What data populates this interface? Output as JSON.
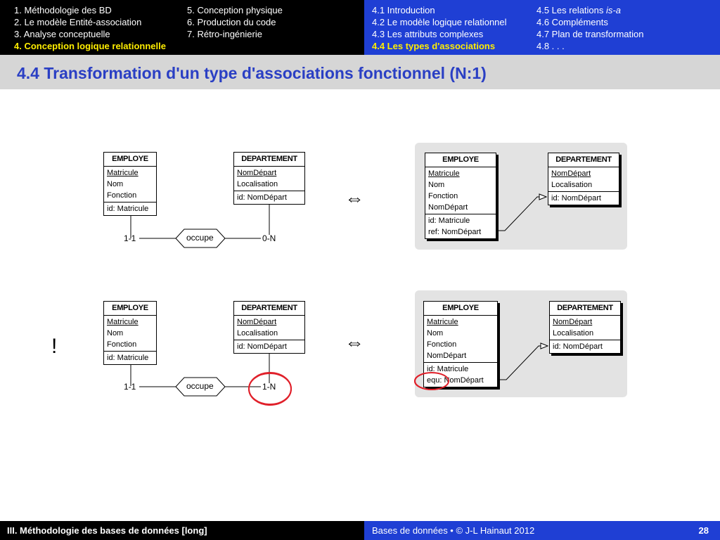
{
  "nav_left_col1": [
    "1. Méthodologie des BD",
    "2. Le modèle Entité-association",
    "3. Analyse conceptuelle",
    "4. Conception logique relationnelle"
  ],
  "nav_left_col2": [
    "5. Conception physique",
    "6. Production du code",
    "7. Rétro-ingénierie"
  ],
  "nav_right_col1": [
    "4.1 Introduction",
    "4.2 Le modèle logique relationnel",
    "4.3 Les attributs complexes",
    "4.4 Les types d'associations"
  ],
  "nav_right_col2": {
    "item1_prefix": "4.5 Les relations ",
    "item1_italic": "is-a",
    "item2": "4.6 Compléments",
    "item3": "4.7 Plan de transformation",
    "item4": "4.8 . . ."
  },
  "title": "4.4 Transformation d'un type d'associations fonctionnel (N:1)",
  "diagram1": {
    "employe": {
      "name": "EMPLOYE",
      "attrs": [
        "Matricule",
        "Nom",
        "Fonction"
      ],
      "id": "id: Matricule"
    },
    "departement": {
      "name": "DEPARTEMENT",
      "attrs": [
        "NomDépart",
        "Localisation"
      ],
      "id": "id: NomDépart"
    },
    "rel": {
      "name": "occupe",
      "card_left": "1-1",
      "card_right": "0-N"
    },
    "r_employe": {
      "name": "EMPLOYE",
      "attrs": [
        "Matricule",
        "Nom",
        "Fonction",
        "NomDépart"
      ],
      "ids": [
        "id: Matricule",
        "ref: NomDépart"
      ]
    },
    "r_departement": {
      "name": "DEPARTEMENT",
      "attrs": [
        "NomDépart ",
        "Localisation"
      ],
      "id": "id: NomDépart"
    }
  },
  "diagram2": {
    "employe": {
      "name": "EMPLOYE",
      "attrs": [
        "Matricule",
        "Nom",
        "Fonction"
      ],
      "id": "id: Matricule"
    },
    "departement": {
      "name": "DEPARTEMENT",
      "attrs": [
        "NomDépart",
        "Localisation"
      ],
      "id": "id: NomDépart"
    },
    "rel": {
      "name": "occupe",
      "card_left": "1-1",
      "card_right": "1-N"
    },
    "r_employe": {
      "name": "EMPLOYE",
      "attrs": [
        "Matricule",
        "Nom",
        "Fonction",
        "NomDépart"
      ],
      "ids": [
        "id: Matricule",
        "equ: NomDépart"
      ]
    },
    "r_departement": {
      "name": "DEPARTEMENT",
      "attrs": [
        "NomDépart",
        "Localisation"
      ],
      "id": "id: NomDépart"
    }
  },
  "equiv_symbol": "⇔",
  "exclamation": "!",
  "footer_left": "III. Méthodologie des bases de données [long]",
  "footer_center": "Bases de données • © J-L Hainaut  2012",
  "page_number": "28",
  "colors": {
    "nav_black": "#000000",
    "nav_blue": "#1f3fd4",
    "title_text": "#2a3fc4",
    "current_item": "#ffee00",
    "highlight_circle": "#e0202a",
    "panel": "#e3e3e3"
  }
}
